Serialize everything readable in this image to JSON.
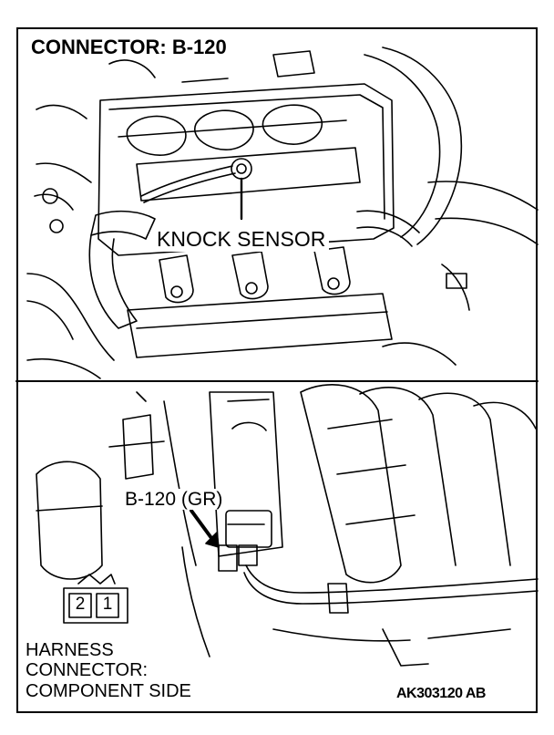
{
  "diagram": {
    "title": "CONNECTOR: B-120",
    "knock_sensor_label": "KNOCK SENSOR",
    "connector_label": "B-120 (GR)",
    "harness_label": [
      "HARNESS",
      "CONNECTOR:",
      "COMPONENT SIDE"
    ],
    "connector_pins": [
      "2",
      "1"
    ],
    "figure_code": "AK303120 AB"
  }
}
